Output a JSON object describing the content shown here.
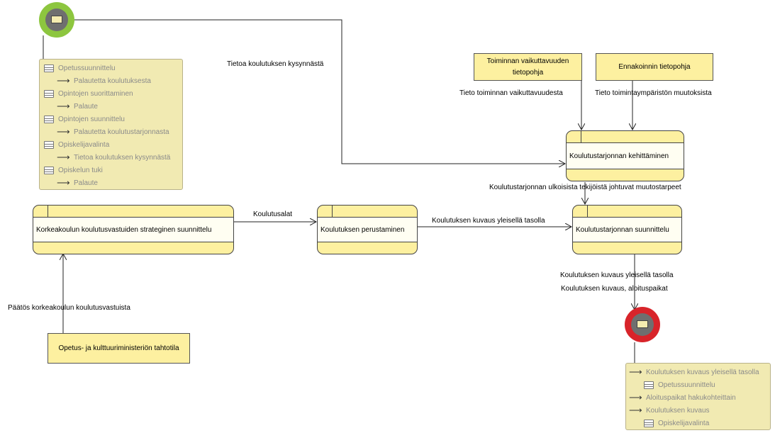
{
  "events": {
    "start_icon": "mail-icon",
    "end_icon": "mail-icon",
    "start_color": "#8dc63f",
    "end_color": "#d8242a"
  },
  "processes": {
    "strategic_planning": "Korkeakoulun koulutusvastuiden strateginen suunnittelu",
    "establishment": "Koulutuksen perustaminen",
    "offering_planning": "Koulutustarjonnan suunnittelu",
    "offering_development": "Koulutustarjonnan kehittäminen"
  },
  "entities": {
    "impact_base": "Toiminnan vaikuttavuuden tietopohja",
    "foresight_base": "Ennakoinnin tietopohja",
    "ministry_intent": "Opetus- ja kulttuuriministeriön tahtotila"
  },
  "flows": {
    "demand_info": "Tietoa koulutuksen kysynnästä",
    "impact_info": "Tieto toiminnan vaikuttavuudesta",
    "environment_info": "Tieto toimintaympäristön muutoksista",
    "external_needs": "Koulutustarjonnan ulkoisista tekijöistä johtuvat muutostarpeet",
    "training_fields": "Koulutusalat",
    "general_description": "Koulutuksen kuvaus yleisellä tasolla",
    "decision": "Päätös korkeakoulun koulutusvastuista",
    "out_general": "Koulutuksen kuvaus yleisellä tasolla",
    "out_places": "Koulutuksen kuvaus, aloituspaikat"
  },
  "start_note": [
    {
      "kind": "process",
      "label": "Opetussuunnittelu"
    },
    {
      "kind": "flow",
      "label": "Palautetta koulutuksesta"
    },
    {
      "kind": "process",
      "label": "Opintojen suorittaminen"
    },
    {
      "kind": "flow",
      "label": "Palaute"
    },
    {
      "kind": "process",
      "label": "Opintojen suunnittelu"
    },
    {
      "kind": "flow",
      "label": "Palautetta koulutustarjonnasta"
    },
    {
      "kind": "process",
      "label": "Opiskelijavalinta"
    },
    {
      "kind": "flow",
      "label": "Tietoa koulutuksen kysynnästä"
    },
    {
      "kind": "process",
      "label": "Opiskelun tuki"
    },
    {
      "kind": "flow",
      "label": "Palaute"
    }
  ],
  "end_note": [
    {
      "kind": "flow",
      "label": "Koulutuksen kuvaus yleisellä tasolla"
    },
    {
      "kind": "process",
      "label": "Opetussuunnittelu"
    },
    {
      "kind": "flow",
      "label": "Aloituspaikat hakukohteittain"
    },
    {
      "kind": "flow",
      "label": "Koulutuksen kuvaus"
    },
    {
      "kind": "process",
      "label": "Opiskelijavalinta"
    }
  ]
}
